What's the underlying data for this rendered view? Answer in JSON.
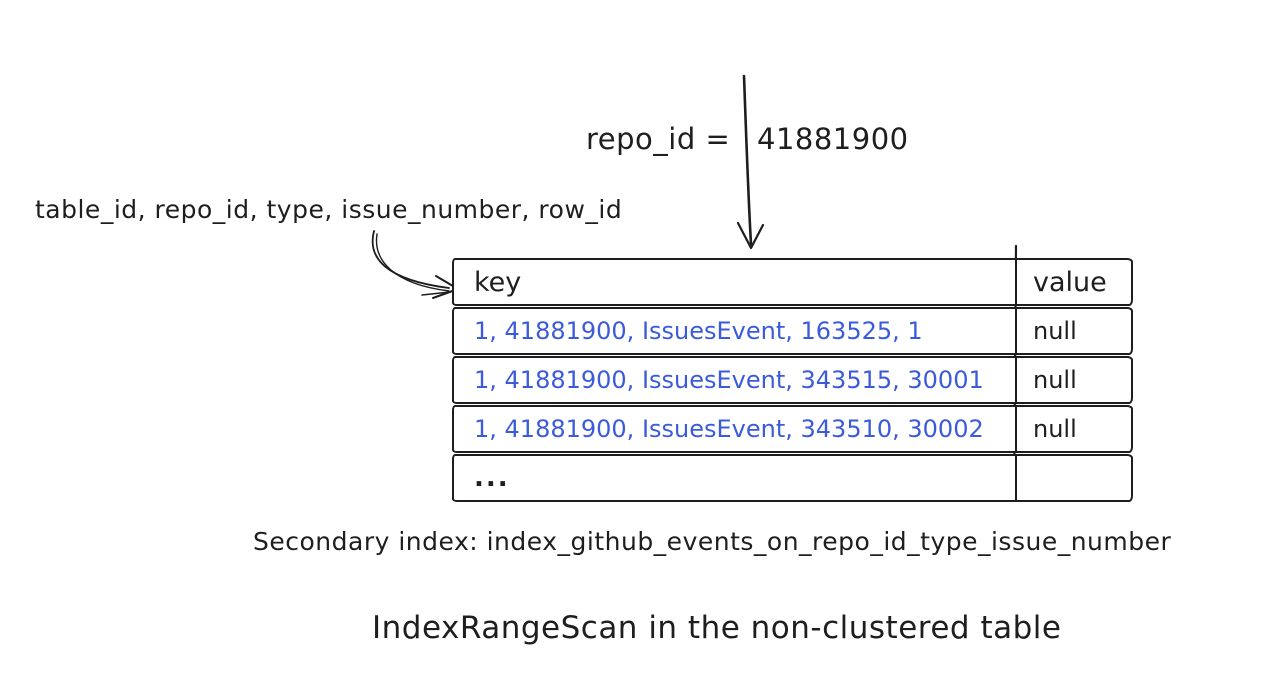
{
  "diagram": {
    "top_annotation": {
      "label": "repo_id =",
      "value": "41881900"
    },
    "index_columns_label": "table_id, repo_id, type, issue_number, row_id",
    "table": {
      "columns": [
        {
          "label": "key"
        },
        {
          "label": "value"
        }
      ],
      "rows": [
        {
          "key": "1, 41881900, IssuesEvent, 163525, 1",
          "value": "null"
        },
        {
          "key": "1, 41881900, IssuesEvent, 343515, 30001",
          "value": "null"
        },
        {
          "key": "1, 41881900, IssuesEvent, 343510, 30002",
          "value": "null"
        },
        {
          "key": "...",
          "value": ""
        }
      ]
    },
    "caption": "Secondary index: index_github_events_on_repo_id_type_issue_number",
    "title": "IndexRangeScan in the non-clustered table",
    "colors": {
      "ink": "#1e1e1e",
      "key_text": "#3b5bdb",
      "background": "#ffffff"
    }
  }
}
